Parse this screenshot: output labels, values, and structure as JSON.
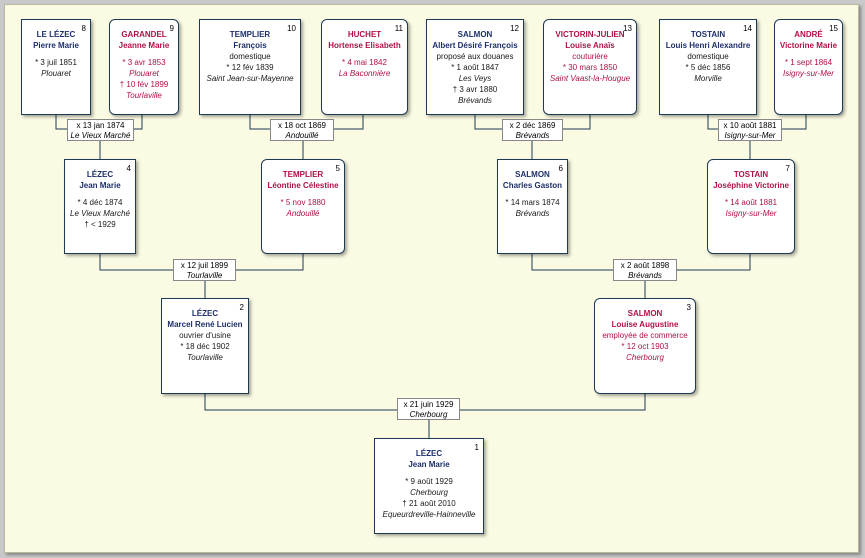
{
  "persons": {
    "p1": {
      "num": "1",
      "surname": "LÉZEC",
      "given": "Jean Marie",
      "occupation": "",
      "birth": "* 9 août 1929",
      "birth_place": "Cherbourg",
      "death": "† 21 août 2010",
      "death_place": "Equeurdreville-Hainneville"
    },
    "p2": {
      "num": "2",
      "surname": "LÉZEC",
      "given": "Marcel René Lucien",
      "occupation": "ouvrier d'usine",
      "birth": "* 18 déc 1902",
      "birth_place": "Tourlaville",
      "death": "",
      "death_place": ""
    },
    "p3": {
      "num": "3",
      "surname": "SALMON",
      "given": "Louise Augustine",
      "occupation": "employée de commerce",
      "birth": "* 12 oct 1903",
      "birth_place": "Cherbourg",
      "death": "",
      "death_place": ""
    },
    "p4": {
      "num": "4",
      "surname": "LÉZEC",
      "given": "Jean Marie",
      "occupation": "",
      "birth": "* 4 déc 1874",
      "birth_place": "Le Vieux Marché",
      "death": "† < 1929",
      "death_place": ""
    },
    "p5": {
      "num": "5",
      "surname": "TEMPLIER",
      "given": "Léontine Célestine",
      "occupation": "",
      "birth": "* 5 nov 1880",
      "birth_place": "Andouillé",
      "death": "",
      "death_place": ""
    },
    "p6": {
      "num": "6",
      "surname": "SALMON",
      "given": "Charles Gaston",
      "occupation": "",
      "birth": "* 14 mars 1874",
      "birth_place": "Brévands",
      "death": "",
      "death_place": ""
    },
    "p7": {
      "num": "7",
      "surname": "TOSTAIN",
      "given": "Joséphine Victorine",
      "occupation": "",
      "birth": "* 14 août 1881",
      "birth_place": "Isigny-sur-Mer",
      "death": "",
      "death_place": ""
    },
    "p8": {
      "num": "8",
      "surname": "LE LÉZEC",
      "given": "Pierre Marie",
      "occupation": "",
      "birth": "* 3 juil 1851",
      "birth_place": "Plouaret",
      "death": "",
      "death_place": ""
    },
    "p9": {
      "num": "9",
      "surname": "GARANDEL",
      "given": "Jeanne Marie",
      "occupation": "",
      "birth": "* 3 avr 1853",
      "birth_place": "Plouaret",
      "death": "† 10 fév 1899",
      "death_place": "Tourlaville"
    },
    "p10": {
      "num": "10",
      "surname": "TEMPLIER",
      "given": "François",
      "occupation": "domestique",
      "birth": "* 12 fév 1839",
      "birth_place": "Saint Jean-sur-Mayenne",
      "death": "",
      "death_place": ""
    },
    "p11": {
      "num": "11",
      "surname": "HUCHET",
      "given": "Hortense Elisabeth",
      "occupation": "",
      "birth": "* 4 mai 1842",
      "birth_place": "La Baconnière",
      "death": "",
      "death_place": ""
    },
    "p12": {
      "num": "12",
      "surname": "SALMON",
      "given": "Albert Désiré François",
      "occupation": "proposé aux douanes",
      "birth": "* 1 août 1847",
      "birth_place": "Les Veys",
      "death": "† 3 avr 1880",
      "death_place": "Brévands"
    },
    "p13": {
      "num": "13",
      "surname": "VICTORIN-JULIEN",
      "given": "Louise Anaïs",
      "occupation": "couturière",
      "birth": "* 30 mars 1850",
      "birth_place": "Saint Vaast-la-Hougue",
      "death": "",
      "death_place": ""
    },
    "p14": {
      "num": "14",
      "surname": "TOSTAIN",
      "given": "Louis Henri Alexandre",
      "occupation": "domestique",
      "birth": "* 5 déc 1856",
      "birth_place": "Morville",
      "death": "",
      "death_place": ""
    },
    "p15": {
      "num": "15",
      "surname": "ANDRÉ",
      "given": "Victorine Marie",
      "occupation": "",
      "birth": "* 1 sept 1864",
      "birth_place": "Isigny-sur-Mer",
      "death": "",
      "death_place": ""
    }
  },
  "marriages": {
    "m1": {
      "date": "x 21 juin 1929",
      "place": "Cherbourg"
    },
    "m2": {
      "date": "x 12 juil 1899",
      "place": "Tourlaville"
    },
    "m3": {
      "date": "x 2 août 1898",
      "place": "Brévands"
    },
    "m4": {
      "date": "x 13 jan 1874",
      "place": "Le Vieux Marché"
    },
    "m5": {
      "date": "x 18 oct 1869",
      "place": "Andouillé"
    },
    "m6": {
      "date": "x 2 déc 1869",
      "place": "Brévands"
    },
    "m7": {
      "date": "x 10 août 1881",
      "place": "Isigny-sur-Mer"
    }
  },
  "colors": {
    "male": "#1c2f6b",
    "female": "#b0104a",
    "line": "#1f3a55",
    "background": "#fbfbe4"
  }
}
